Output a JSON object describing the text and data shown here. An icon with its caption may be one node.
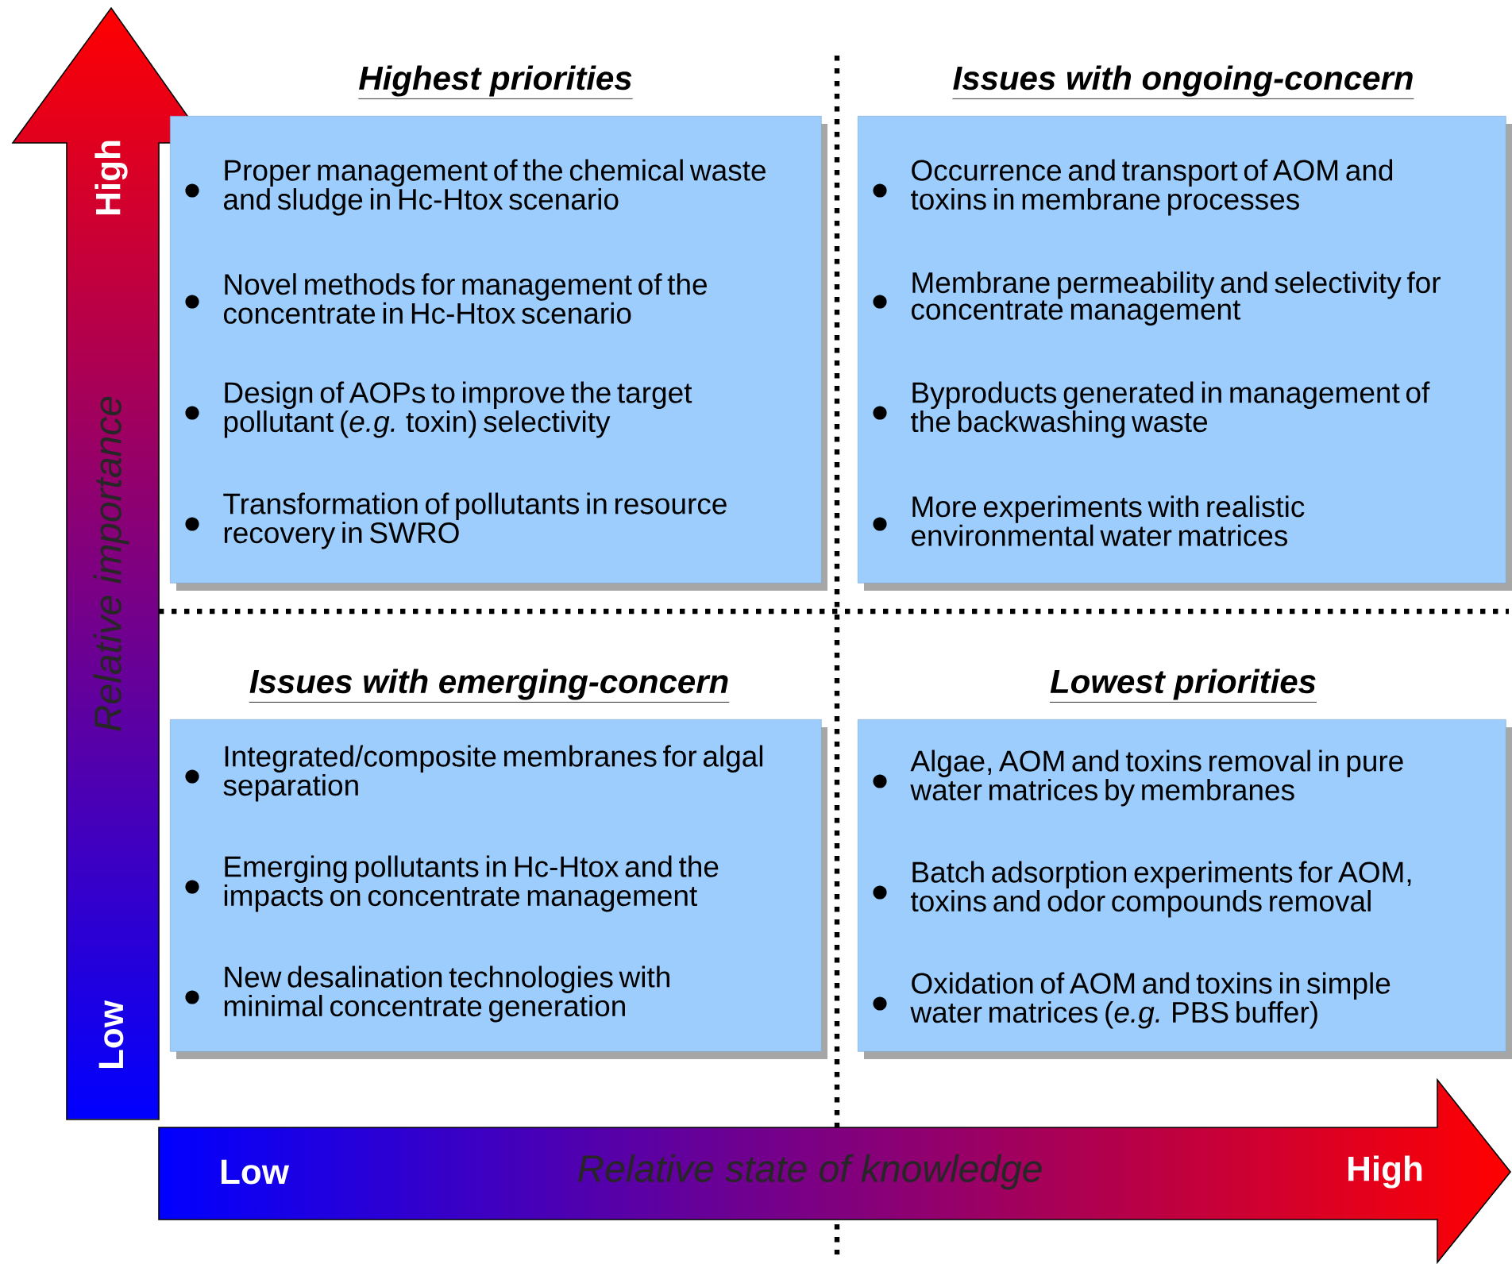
{
  "diagram": {
    "nodes": [
      {
        "text": [
          "Highest priorities",
          "Proper management of the chemical waste and sludge in Hc-Htox scenario",
          "Novel methods for management of the concentrate in Hc-Htox scenario",
          "Design of AOPs to improve the target pollutant (*e.g.* toxin) selectivity",
          "Transformation of pollutants in resource recovery in SWRO"
        ]
      },
      {
        "text": [
          "Issues with ongoing-concern",
          "Occurrence and transport of AOM and toxins in membrane processes",
          "Membrane permeability and selectivity for concentrate management",
          "Byproducts generated in management of the backwashing waste",
          "More experiments with realistic environmental water matrices"
        ]
      },
      {
        "text": [
          "Issues with emerging-concern",
          "Integrated/composite membranes for algal separation",
          "Emerging pollutants in Hc-Htox and the impacts on concentrate management",
          "New desalination technologies with minimal concentrate generation"
        ]
      },
      {
        "text": [
          "Lowest priorities",
          "Algae, AOM and toxins removal in pure water matrices by membranes",
          "Batch adsorption experiments for AOM, toxins and odor compounds removal",
          "Oxidation of AOM and toxins in simple water matrices (*e.g.* PBS buffer)"
        ]
      }
    ],
    "labels": [
      "High",
      "Relative importance",
      "Low",
      "Low",
      "Relative state of knowledge",
      "High"
    ]
  }
}
